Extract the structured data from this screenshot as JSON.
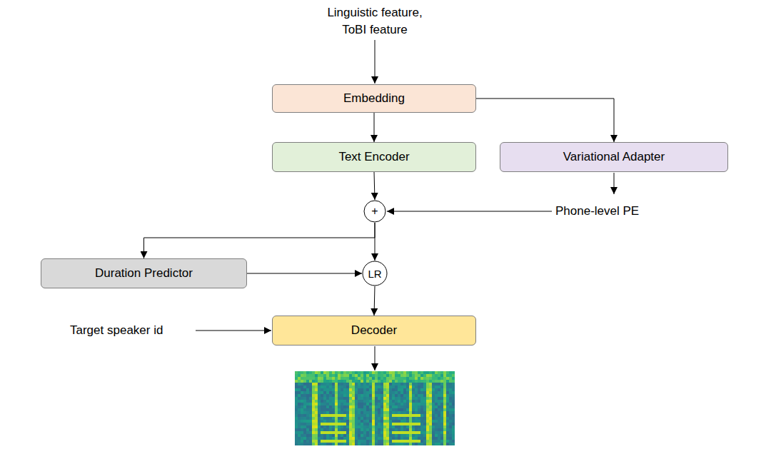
{
  "diagram": {
    "nodes": [
      {
        "text": [
          "Embedding"
        ]
      },
      {
        "text": [
          "Text Encoder"
        ]
      },
      {
        "text": [
          "Variational Adapter"
        ]
      },
      {
        "text": [
          "+"
        ]
      },
      {
        "text": [
          "Duration Predictor"
        ]
      },
      {
        "text": [
          "LR"
        ]
      },
      {
        "text": [
          "Decoder"
        ]
      }
    ],
    "edges": [
      {
        "from": 0,
        "to": 1,
        "arrow": "to"
      },
      {
        "from": 0,
        "to": 2,
        "arrow": "to"
      },
      {
        "from": 1,
        "to": 3,
        "arrow": "to"
      },
      {
        "from": 3,
        "to": 4,
        "arrow": "to"
      },
      {
        "from": 3,
        "to": 5,
        "arrow": "to"
      },
      {
        "from": 4,
        "to": 5,
        "arrow": "to"
      },
      {
        "from": 5,
        "to": 6,
        "arrow": "to"
      }
    ],
    "labels": [
      "Linguistic feature, ToBI feature",
      "Phone-level PE",
      "Target speaker id"
    ]
  }
}
